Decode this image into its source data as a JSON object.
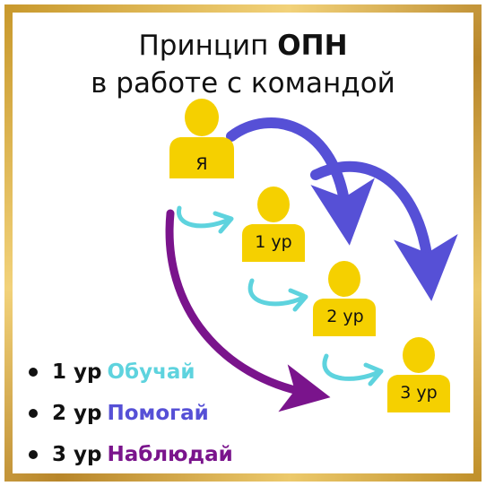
{
  "title": {
    "line1_prefix": "Принцип",
    "line1_bold": "ОПН",
    "line2": "в работе с командой"
  },
  "nodes": [
    {
      "label": "Я"
    },
    {
      "label": "1 ур"
    },
    {
      "label": "2 ур"
    },
    {
      "label": "3 ур"
    }
  ],
  "legend": [
    {
      "level": "1  ур",
      "word": "Обучай",
      "color": "#5ed3de"
    },
    {
      "level": "2  ур",
      "word": "Помогай",
      "color": "#5650d6"
    },
    {
      "level": "3  ур",
      "word": "Наблюдай",
      "color": "#7a148c"
    }
  ],
  "colors": {
    "person": "#f5d000",
    "cyan_arrow": "#5ed3de",
    "blue_arrow": "#5650d6",
    "purple_arrow": "#7a148c",
    "frame": "#d9b24a"
  },
  "icons": [
    "person-icon",
    "curved-arrow-icon"
  ]
}
